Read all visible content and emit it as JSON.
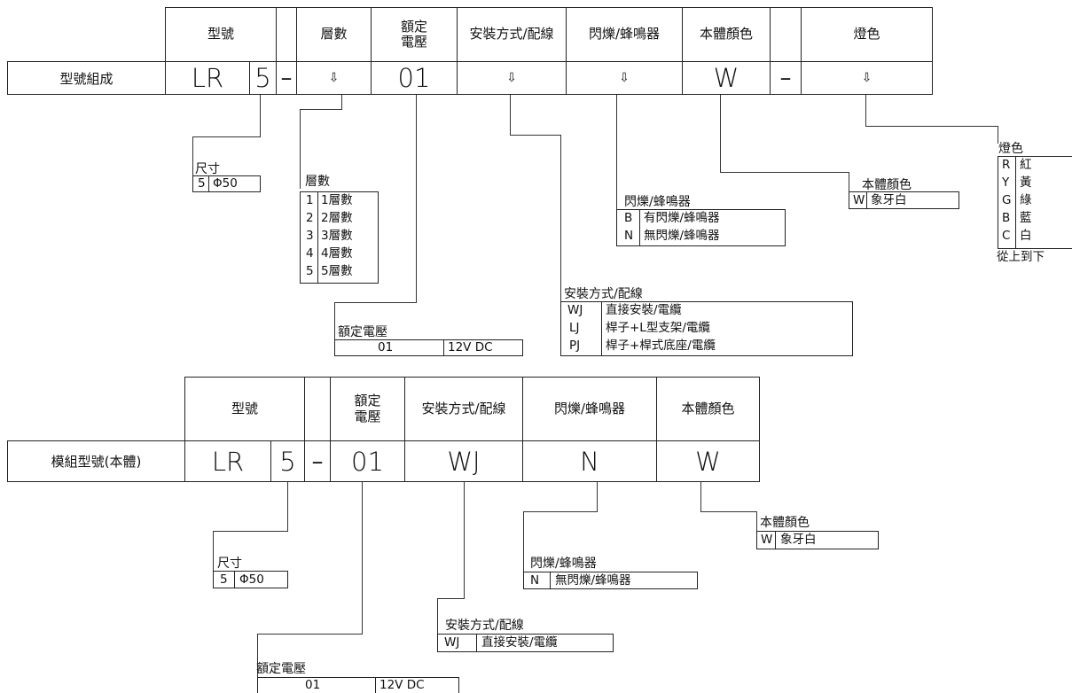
{
  "top": {
    "headers": {
      "model": "型號",
      "tiers": "層數",
      "voltage_1": "額定",
      "voltage_2": "電壓",
      "mount": "安裝方式/配線",
      "flash": "閃爍/蜂鳴器",
      "body_color": "本體顏色",
      "light_color": "燈色"
    },
    "row_label": "型號組成",
    "values": {
      "lr": "LR",
      "size": "5",
      "dash1": "–",
      "tiers": "⇩",
      "voltage": "01",
      "mount": "⇩",
      "flash": "⇩",
      "body_color": "W",
      "dash2": "–",
      "light_color": "⇩"
    }
  },
  "bottom": {
    "headers": {
      "model": "型號",
      "voltage_1": "額定",
      "voltage_2": "電壓",
      "mount": "安裝方式/配線",
      "flash": "閃爍/蜂鳴器",
      "body_color": "本體顏色"
    },
    "row_label": "模組型號(本體)",
    "values": {
      "lr": "LR",
      "size": "5",
      "dash": "–",
      "voltage": "01",
      "mount": "WJ",
      "flash": "N",
      "body_color": "W"
    }
  },
  "legends": {
    "size": {
      "title": "尺寸",
      "code": "5",
      "desc": "Φ50"
    },
    "tiers": {
      "title": "層數",
      "rows": [
        {
          "code": "1",
          "desc": "1層數"
        },
        {
          "code": "2",
          "desc": "2層數"
        },
        {
          "code": "3",
          "desc": "3層數"
        },
        {
          "code": "4",
          "desc": "4層數"
        },
        {
          "code": "5",
          "desc": "5層數"
        }
      ]
    },
    "voltage": {
      "title": "額定電壓",
      "code": "01",
      "desc": "12V DC"
    },
    "mount": {
      "title": "安裝方式/配線",
      "rows": [
        {
          "code": "WJ",
          "desc": "直接安裝/電纜"
        },
        {
          "code": "LJ",
          "desc": "桿子+L型支架/電纜"
        },
        {
          "code": "PJ",
          "desc": "桿子+桿式底座/電纜"
        }
      ]
    },
    "flash": {
      "title": "閃爍/蜂鳴器",
      "rows": [
        {
          "code": "B",
          "desc": "有閃爍/蜂鳴器"
        },
        {
          "code": "N",
          "desc": "無閃爍/蜂鳴器"
        }
      ]
    },
    "body_color": {
      "title": "本體顏色",
      "code": "W",
      "desc": "象牙白"
    },
    "light_color": {
      "title": "燈色",
      "rows": [
        {
          "code": "R",
          "desc": "紅"
        },
        {
          "code": "Y",
          "desc": "黃"
        },
        {
          "code": "G",
          "desc": "綠"
        },
        {
          "code": "B",
          "desc": "藍"
        },
        {
          "code": "C",
          "desc": "白"
        }
      ],
      "note": "從上到下"
    }
  },
  "bottom_legends": {
    "size": {
      "title": "尺寸",
      "code": "5",
      "desc": "Φ50"
    },
    "flash": {
      "title": "閃爍/蜂鳴器",
      "code": "N",
      "desc": "無閃爍/蜂鳴器"
    },
    "body_color": {
      "title": "本體顏色",
      "code": "W",
      "desc": "象牙白"
    },
    "mount": {
      "title": "安裝方式/配線",
      "code": "WJ",
      "desc": "直接安裝/電纜"
    },
    "voltage": {
      "title": "額定電壓",
      "code": "01",
      "desc": "12V DC"
    }
  }
}
